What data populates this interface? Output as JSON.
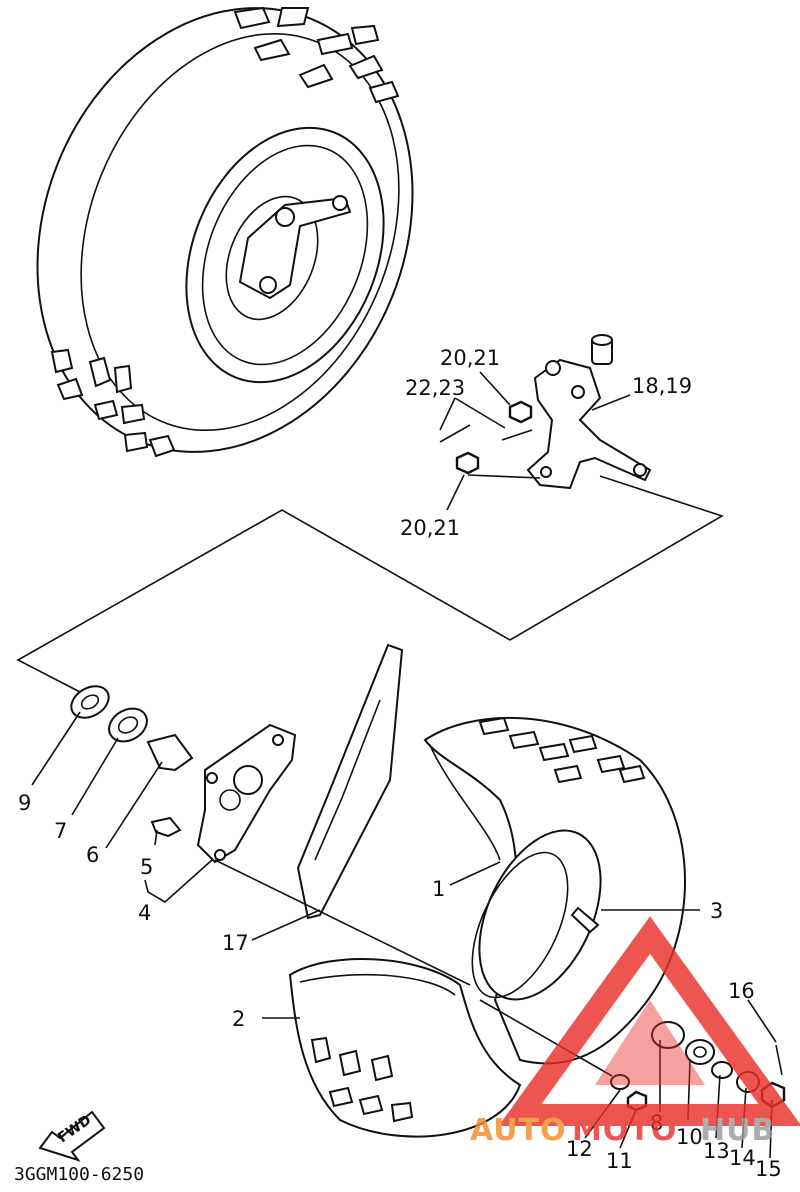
{
  "diagram": {
    "callouts": {
      "c1": "1",
      "c2": "2",
      "c3": "3",
      "c4": "4",
      "c5": "5",
      "c6": "6",
      "c7": "7",
      "c8": "8",
      "c9": "9",
      "c10": "10",
      "c11": "11",
      "c12": "12",
      "c13": "13",
      "c14": "14",
      "c15": "15",
      "c16": "16",
      "c17": "17",
      "c18_19": "18,19",
      "c20_21_top": "20,21",
      "c20_21_bottom": "20,21",
      "c22_23": "22,23"
    },
    "fwd_label": "FWD",
    "diagram_code": "3GGM100-6250",
    "watermark": {
      "text_a": "AUTO",
      "text_b": "MOTO",
      "text_c": "HUB",
      "color_orange": "#f28c28",
      "color_red": "#e8302a",
      "color_gray": "#9a9a9a"
    }
  }
}
